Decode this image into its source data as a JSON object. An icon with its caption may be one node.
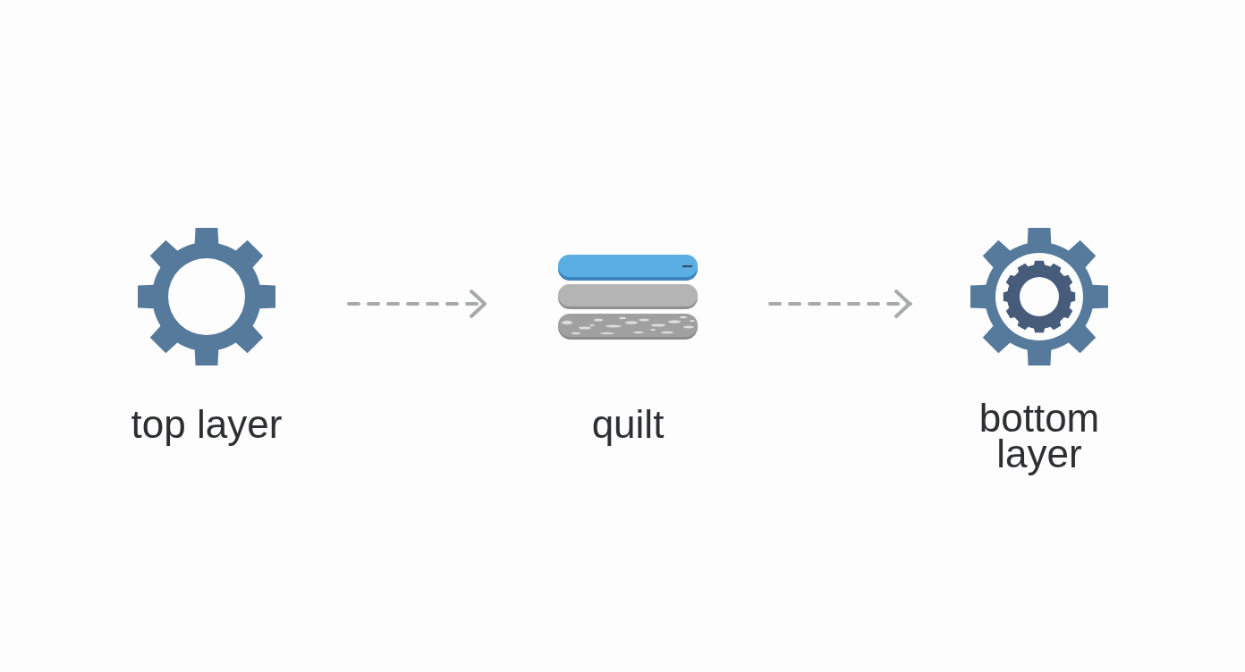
{
  "diagram": {
    "nodes": [
      {
        "text": [
          "top layer"
        ]
      },
      {
        "text": [
          "quilt"
        ]
      },
      {
        "text": [
          "bottom layer"
        ]
      }
    ],
    "edges": [
      {
        "from": 0,
        "to": 1,
        "arrow": "to",
        "style": "dashed"
      },
      {
        "from": 1,
        "to": 2,
        "arrow": "to",
        "style": "dashed"
      }
    ]
  }
}
